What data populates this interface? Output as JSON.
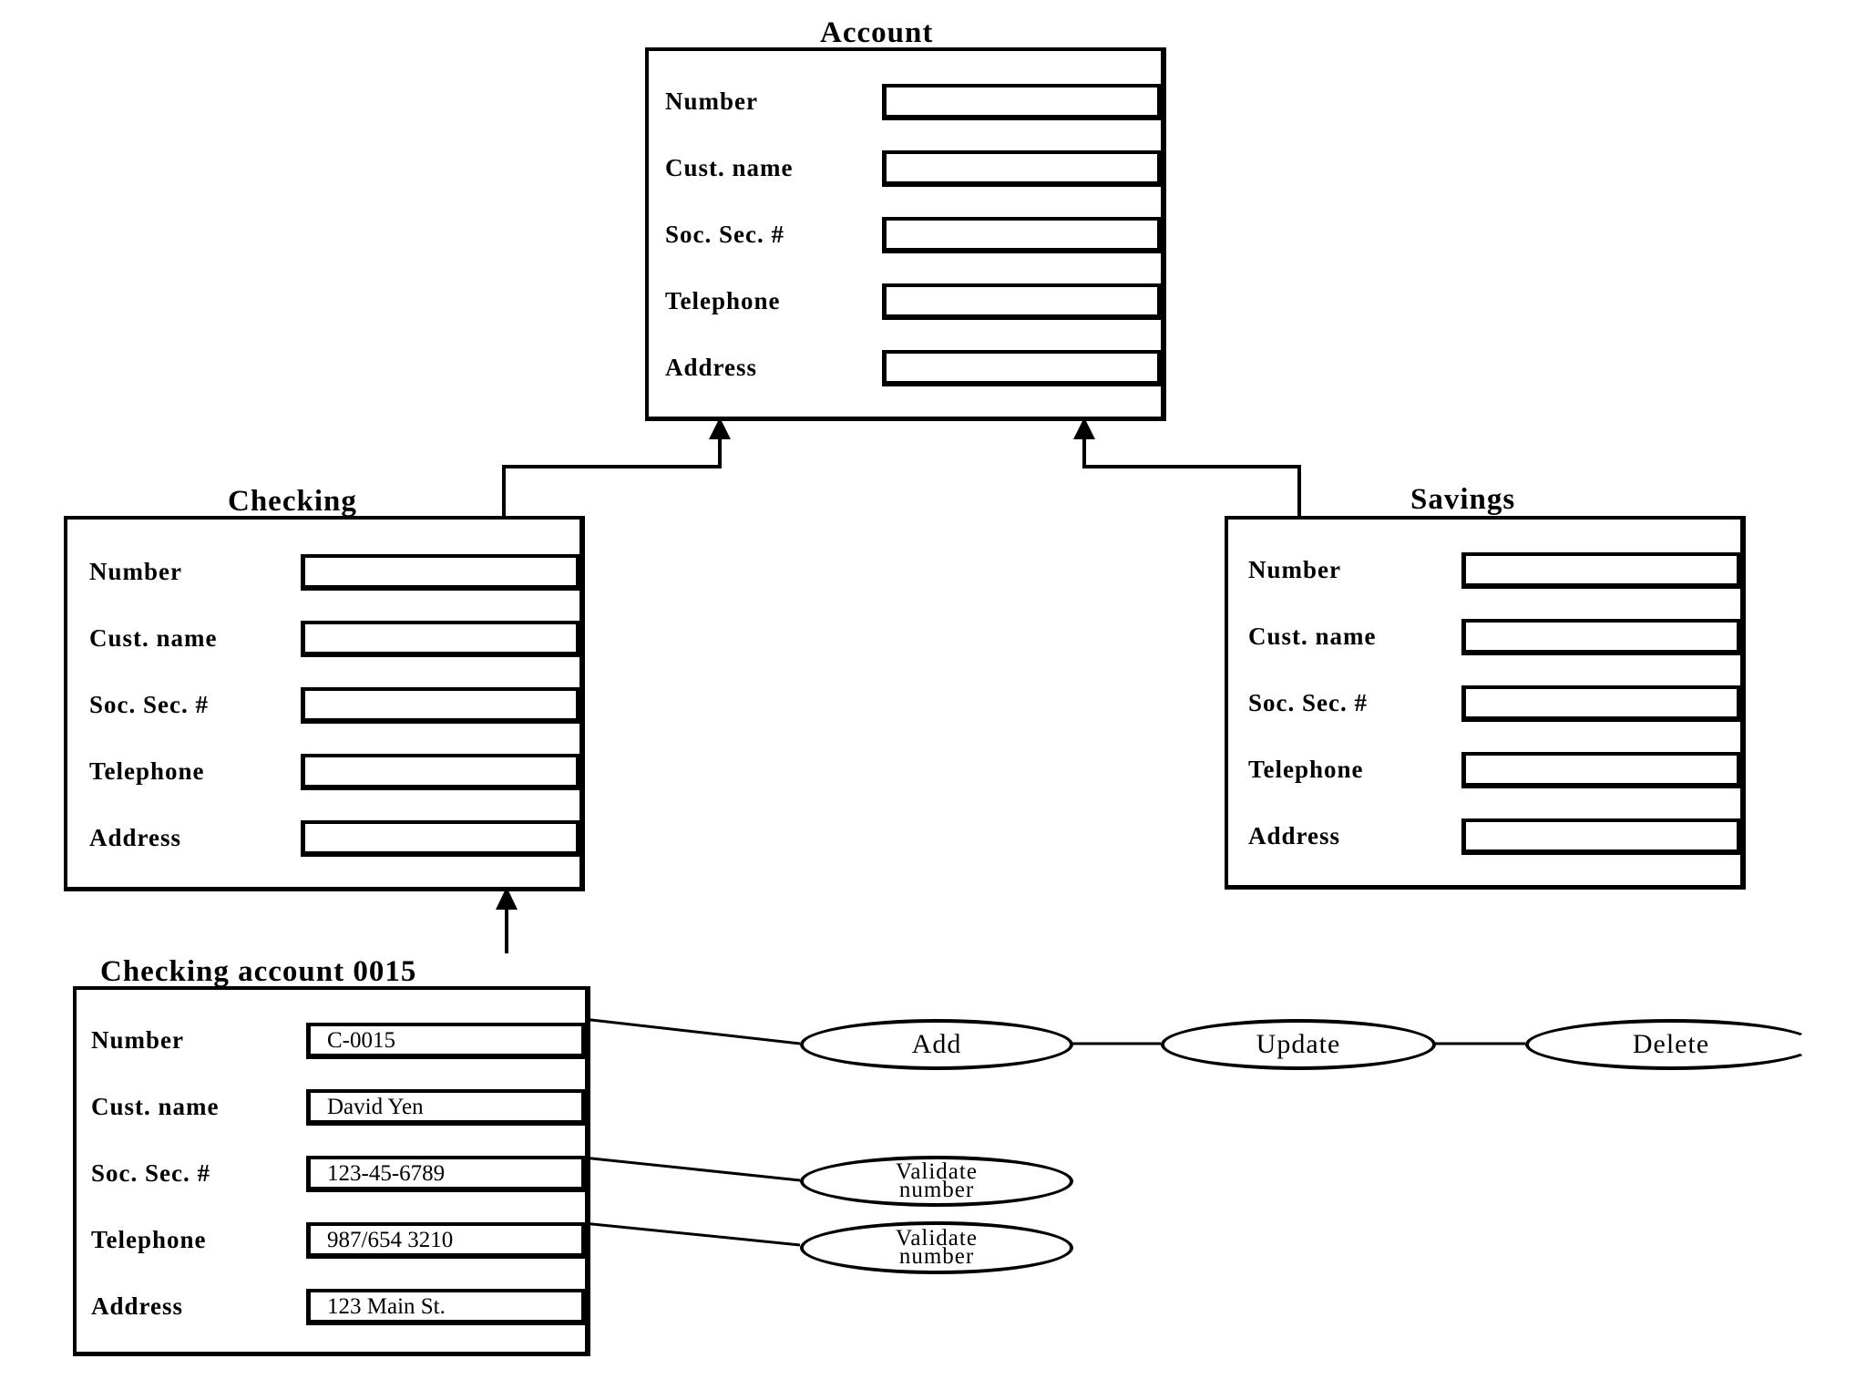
{
  "account": {
    "title": "Account",
    "labels": [
      "Number",
      "Cust. name",
      "Soc. Sec. #",
      "Telephone",
      "Address"
    ]
  },
  "checking": {
    "title": "Checking",
    "labels": [
      "Number",
      "Cust. name",
      "Soc. Sec. #",
      "Telephone",
      "Address"
    ]
  },
  "savings": {
    "title": "Savings",
    "labels": [
      "Number",
      "Cust. name",
      "Soc. Sec. #",
      "Telephone",
      "Address"
    ]
  },
  "instance": {
    "title": "Checking account 0015",
    "labels": [
      "Number",
      "Cust. name",
      "Soc. Sec. #",
      "Telephone",
      "Address"
    ],
    "values": [
      "C-0015",
      "David Yen",
      "123-45-6789",
      "987/654 3210",
      "123 Main St."
    ]
  },
  "operations": {
    "add": "Add",
    "update": "Update",
    "delete": "Delete",
    "validate_ssn_line1": "Validate",
    "validate_ssn_line2": "number",
    "validate_phone_line1": "Validate",
    "validate_phone_line2": "number"
  }
}
